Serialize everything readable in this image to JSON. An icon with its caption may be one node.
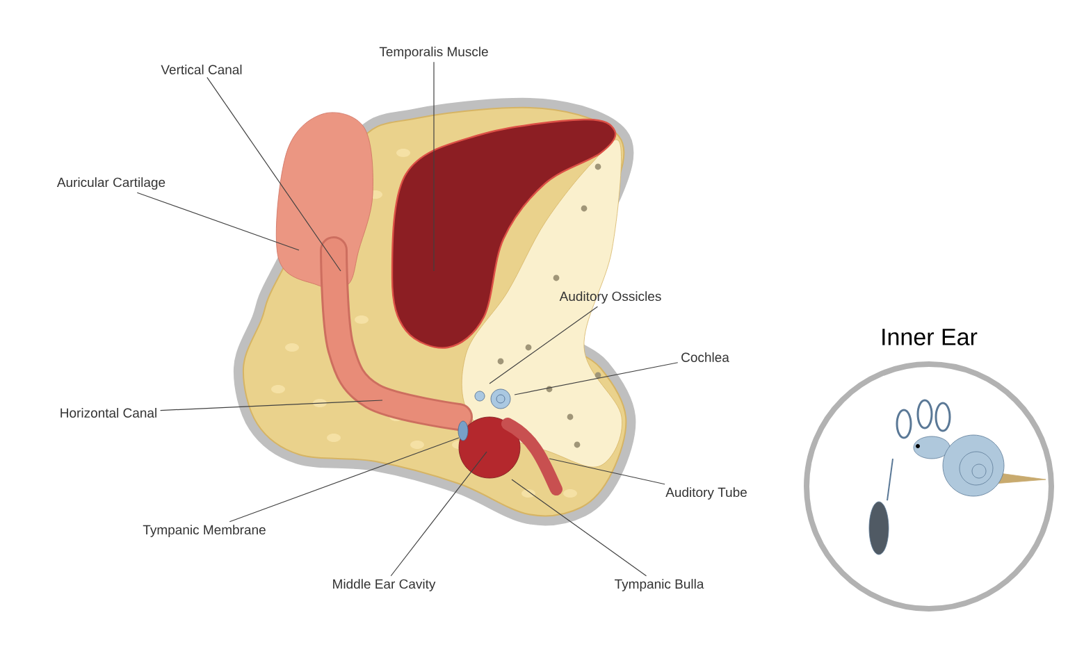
{
  "diagram": {
    "nodes": [
      {
        "text": [
          "Vertical Canal"
        ]
      },
      {
        "text": [
          "Temporalis Muscle"
        ]
      },
      {
        "text": [
          "Auricular Cartilage"
        ]
      },
      {
        "text": [
          "Auditory Ossicles"
        ]
      },
      {
        "text": [
          "Cochlea"
        ]
      },
      {
        "text": [
          "Horizontal Canal"
        ]
      },
      {
        "text": [
          "Tympanic Membrane"
        ]
      },
      {
        "text": [
          "Auditory Tube"
        ]
      },
      {
        "text": [
          "Middle Ear Cavity"
        ]
      },
      {
        "text": [
          "Tympanic Bulla"
        ]
      },
      {
        "text": [
          "Inner Ear"
        ]
      }
    ],
    "edges": [
      {
        "from": 0,
        "to": null,
        "arrow": "none"
      },
      {
        "from": 1,
        "to": null,
        "arrow": "none"
      },
      {
        "from": 2,
        "to": null,
        "arrow": "none"
      },
      {
        "from": 3,
        "to": null,
        "arrow": "none"
      },
      {
        "from": 4,
        "to": null,
        "arrow": "none"
      },
      {
        "from": 5,
        "to": null,
        "arrow": "none"
      },
      {
        "from": 6,
        "to": null,
        "arrow": "none"
      },
      {
        "from": 7,
        "to": null,
        "arrow": "none"
      },
      {
        "from": 8,
        "to": null,
        "arrow": "none"
      },
      {
        "from": 9,
        "to": null,
        "arrow": "none"
      }
    ]
  }
}
